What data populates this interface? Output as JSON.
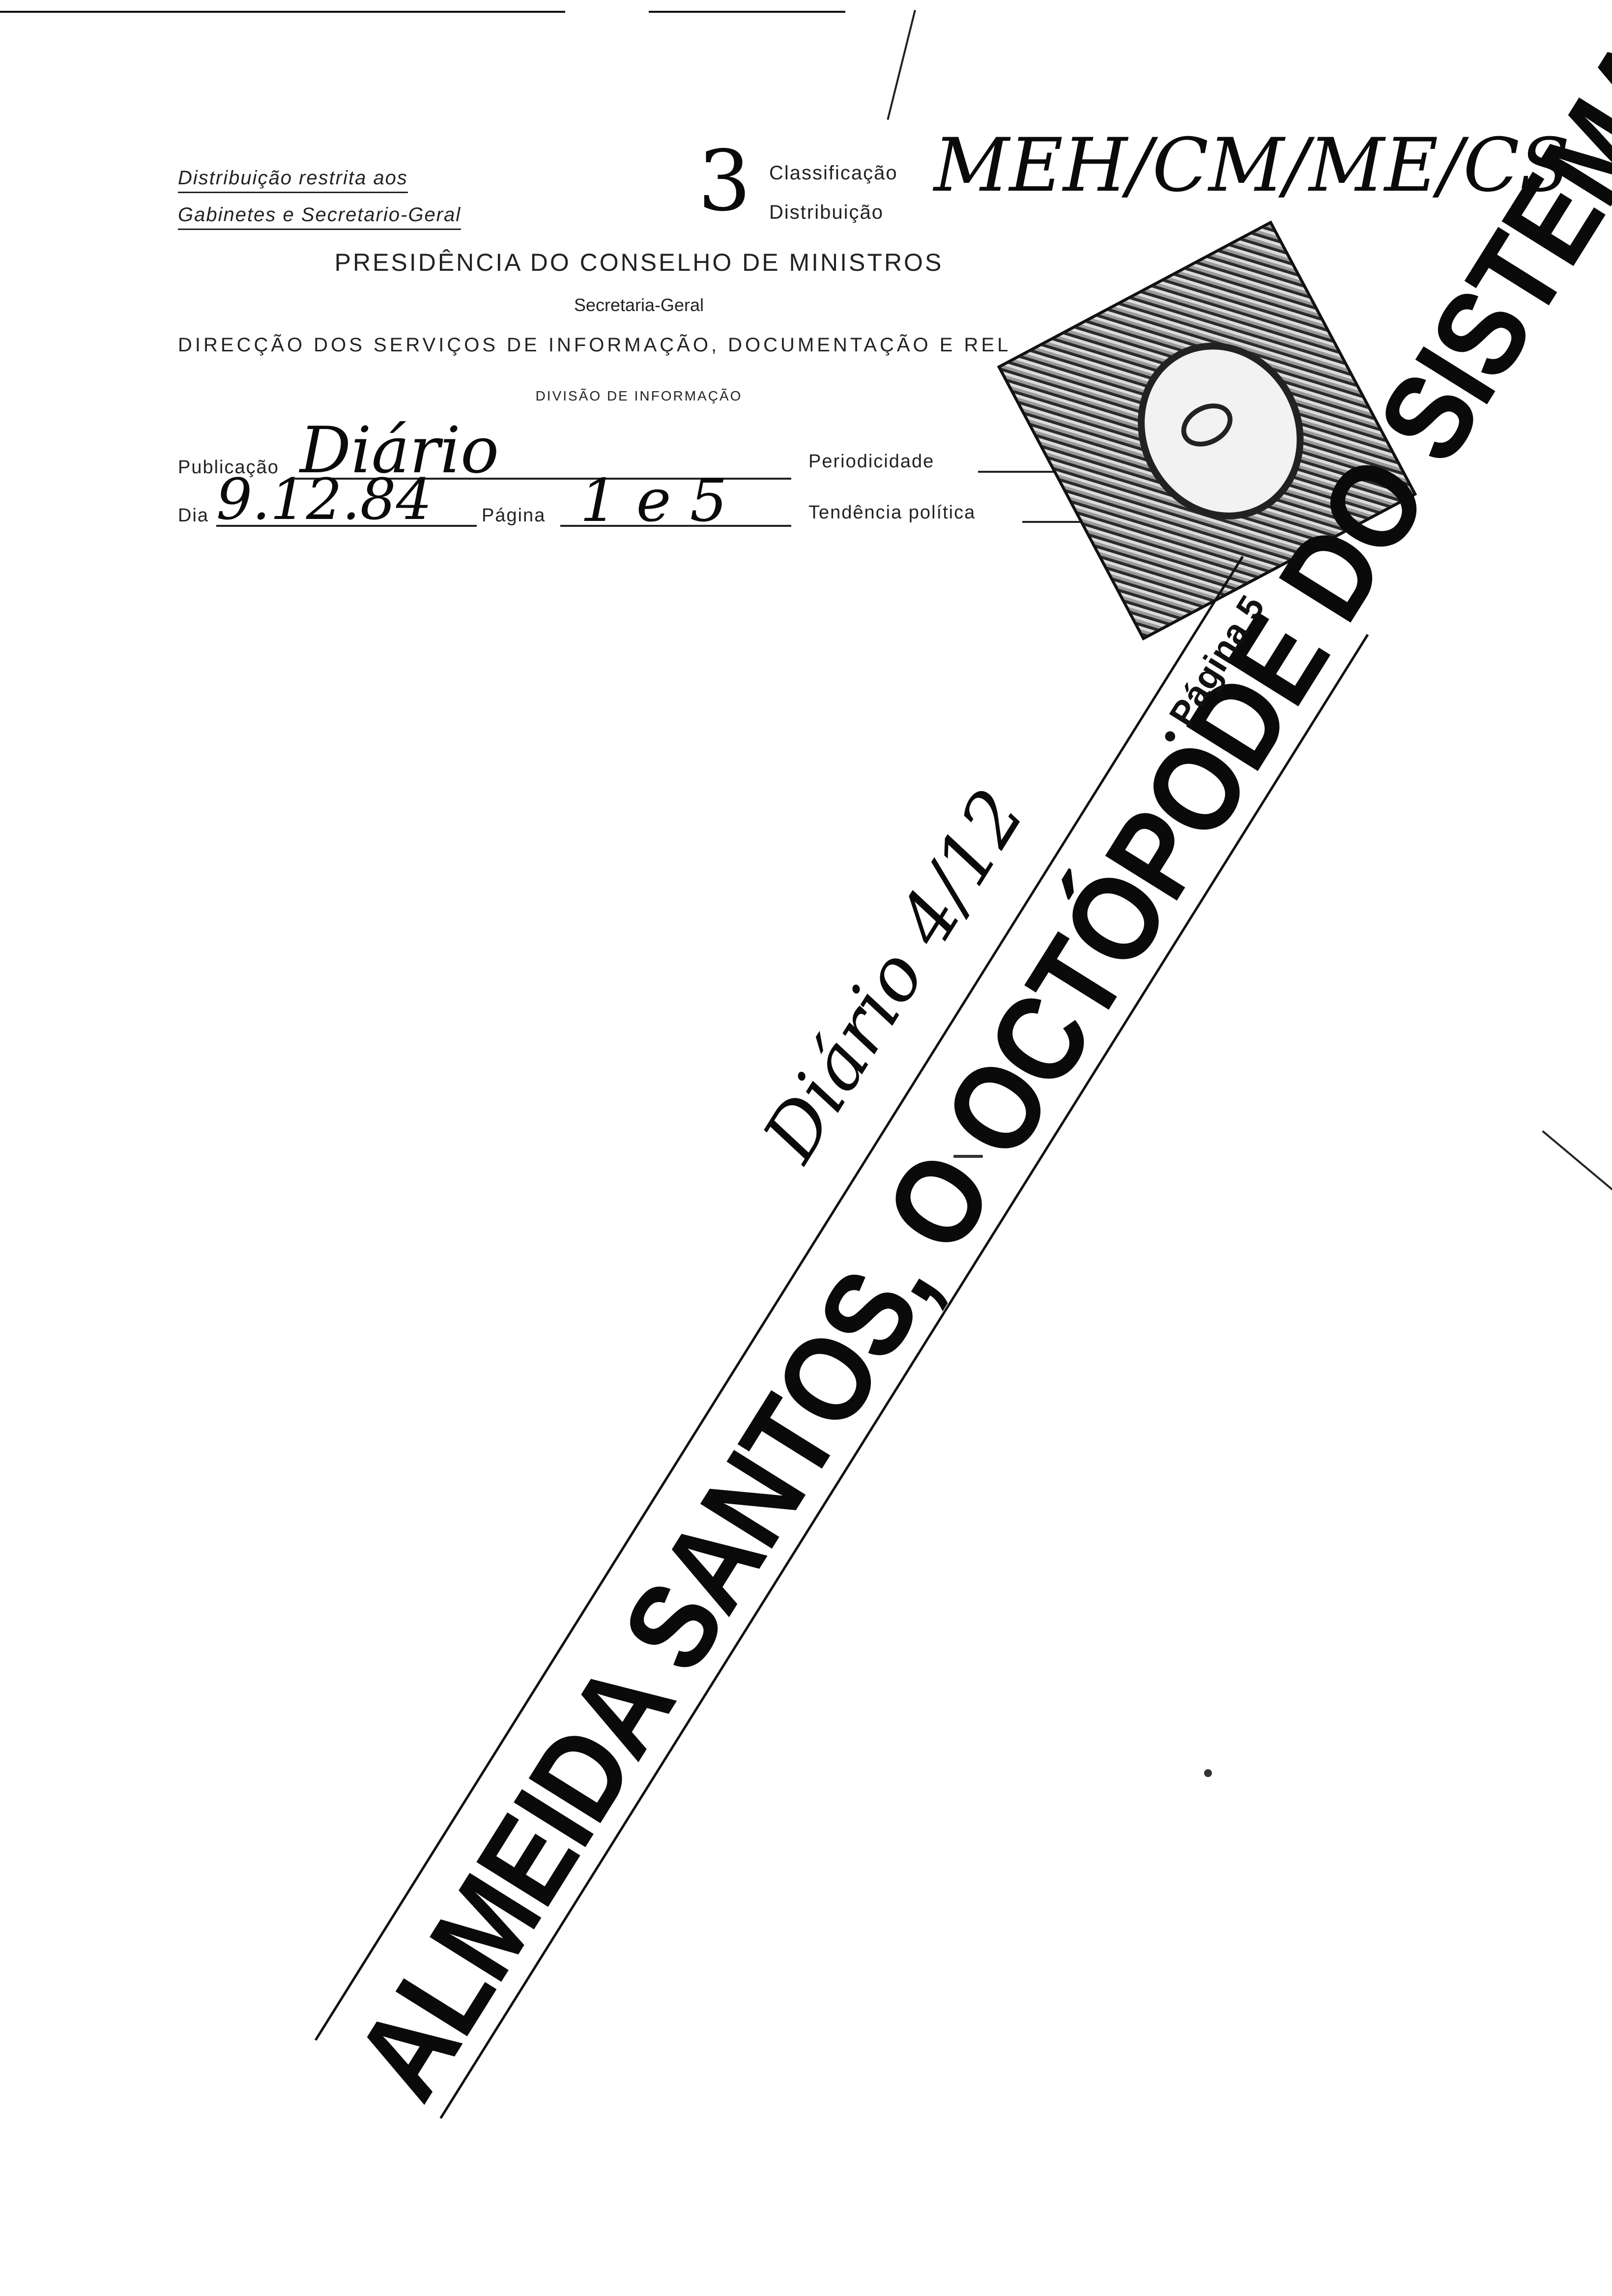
{
  "header": {
    "distribution_restricted": "Distribuição restrita aos",
    "distribution_cabinets": "Gabinetes e Secretario-Geral",
    "classification_label": "Classificação",
    "distribution_label": "Distribuição",
    "copy_number": "3",
    "classification_handwriting": "MEH/CM/ME/CS"
  },
  "letterhead": {
    "institution": "PRESIDÊNCIA DO CONSELHO DE MINISTROS",
    "secretariat": "Secretaria-Geral",
    "directorate": "DIRECÇÃO DOS SERVIÇOS DE INFORMAÇÃO, DOCUMENTAÇÃO E REL",
    "division": "DIVISÃO DE INFORMAÇÃO"
  },
  "form": {
    "publication_label": "Publicação",
    "publication_value": "Diário",
    "day_label": "Dia",
    "day_value": "9.12.84",
    "page_label": "Página",
    "page_value": "1 e 5",
    "periodicity_label": "Periodicidade",
    "political_tendency_label": "Tendência política"
  },
  "clipping": {
    "headline": "ALMEIDA SANTOS, O OCTÓPODE DO SISTEMA",
    "page_reference": "• Página 5",
    "handwritten_note": "Diário 4/12"
  }
}
